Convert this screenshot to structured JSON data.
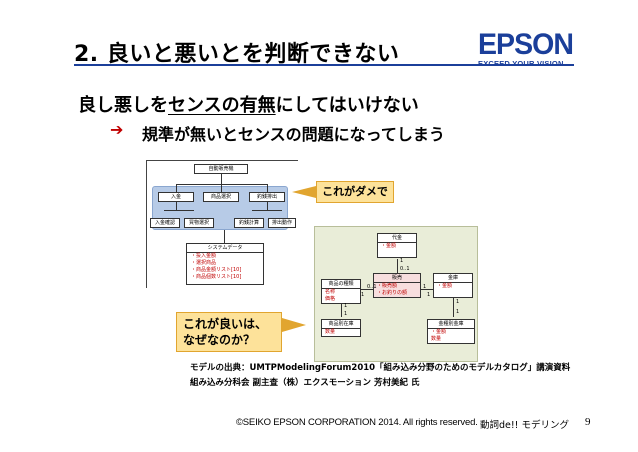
{
  "slide": {
    "title": "2. 良いと悪いとを判断できない",
    "heading_line1_a": "良し悪しを",
    "heading_line1_b": "センスの有無",
    "heading_line1_c": "にしてはいけない",
    "heading_line2": "規準が無いとセンスの問題になってしまう",
    "arrow_glyph": "➔"
  },
  "logo": {
    "word": "EPSON",
    "tagline": "EXCEED YOUR VISION",
    "color": "#1b3f9a"
  },
  "callouts": {
    "bad": "これがダメで",
    "good_line1": "これが良いは、",
    "good_line2": "なぜなのか？",
    "fill": "#fde29a"
  },
  "left_diagram": {
    "top_box": "自動販売機",
    "middle_boxes": [
      "入金",
      "商品選択",
      "釣銭排出"
    ],
    "bottom_boxes": [
      "入金確認",
      "買物選択",
      "釣銭計算",
      "排出動作"
    ],
    "system_title": "システムデータ",
    "system_attrs": [
      "・投入金額",
      "・選択商品",
      "・商品金額リスト[10]",
      "・商品個数リスト[10]"
    ]
  },
  "right_diagram": {
    "classes": {
      "money": {
        "name": "代金",
        "attrs": [
          "・金額"
        ]
      },
      "product_kind": {
        "name": "商品の種類",
        "attrs": [
          "名称",
          "価格"
        ]
      },
      "sale": {
        "name": "販売",
        "attrs": [
          "・販売額",
          "・お釣りの額"
        ]
      },
      "cashbox": {
        "name": "金庫",
        "attrs": [
          "・金額"
        ]
      },
      "stock": {
        "name": "商品別在庫",
        "attrs": [
          "数量"
        ]
      },
      "cash_stock": {
        "name": "金種別金庫",
        "attrs": [
          "・金額",
          "数量"
        ]
      }
    },
    "multiplicities": [
      "1",
      "0..1",
      "1",
      "0..1",
      "1",
      "1",
      "1",
      "1",
      "1",
      "1"
    ]
  },
  "source": {
    "line1": "モデルの出典：UMTPModelingForum2010「組み込み分野のためのモデルカタログ」講演資料",
    "line2": "組み込み分科会 副主査（株）エクスモーション 芳村美紀 氏"
  },
  "footer": {
    "copyright": "©SEIKO EPSON CORPORATION 2014. All rights reserved.",
    "topic": "動詞de!! モデリング",
    "page": "9"
  }
}
